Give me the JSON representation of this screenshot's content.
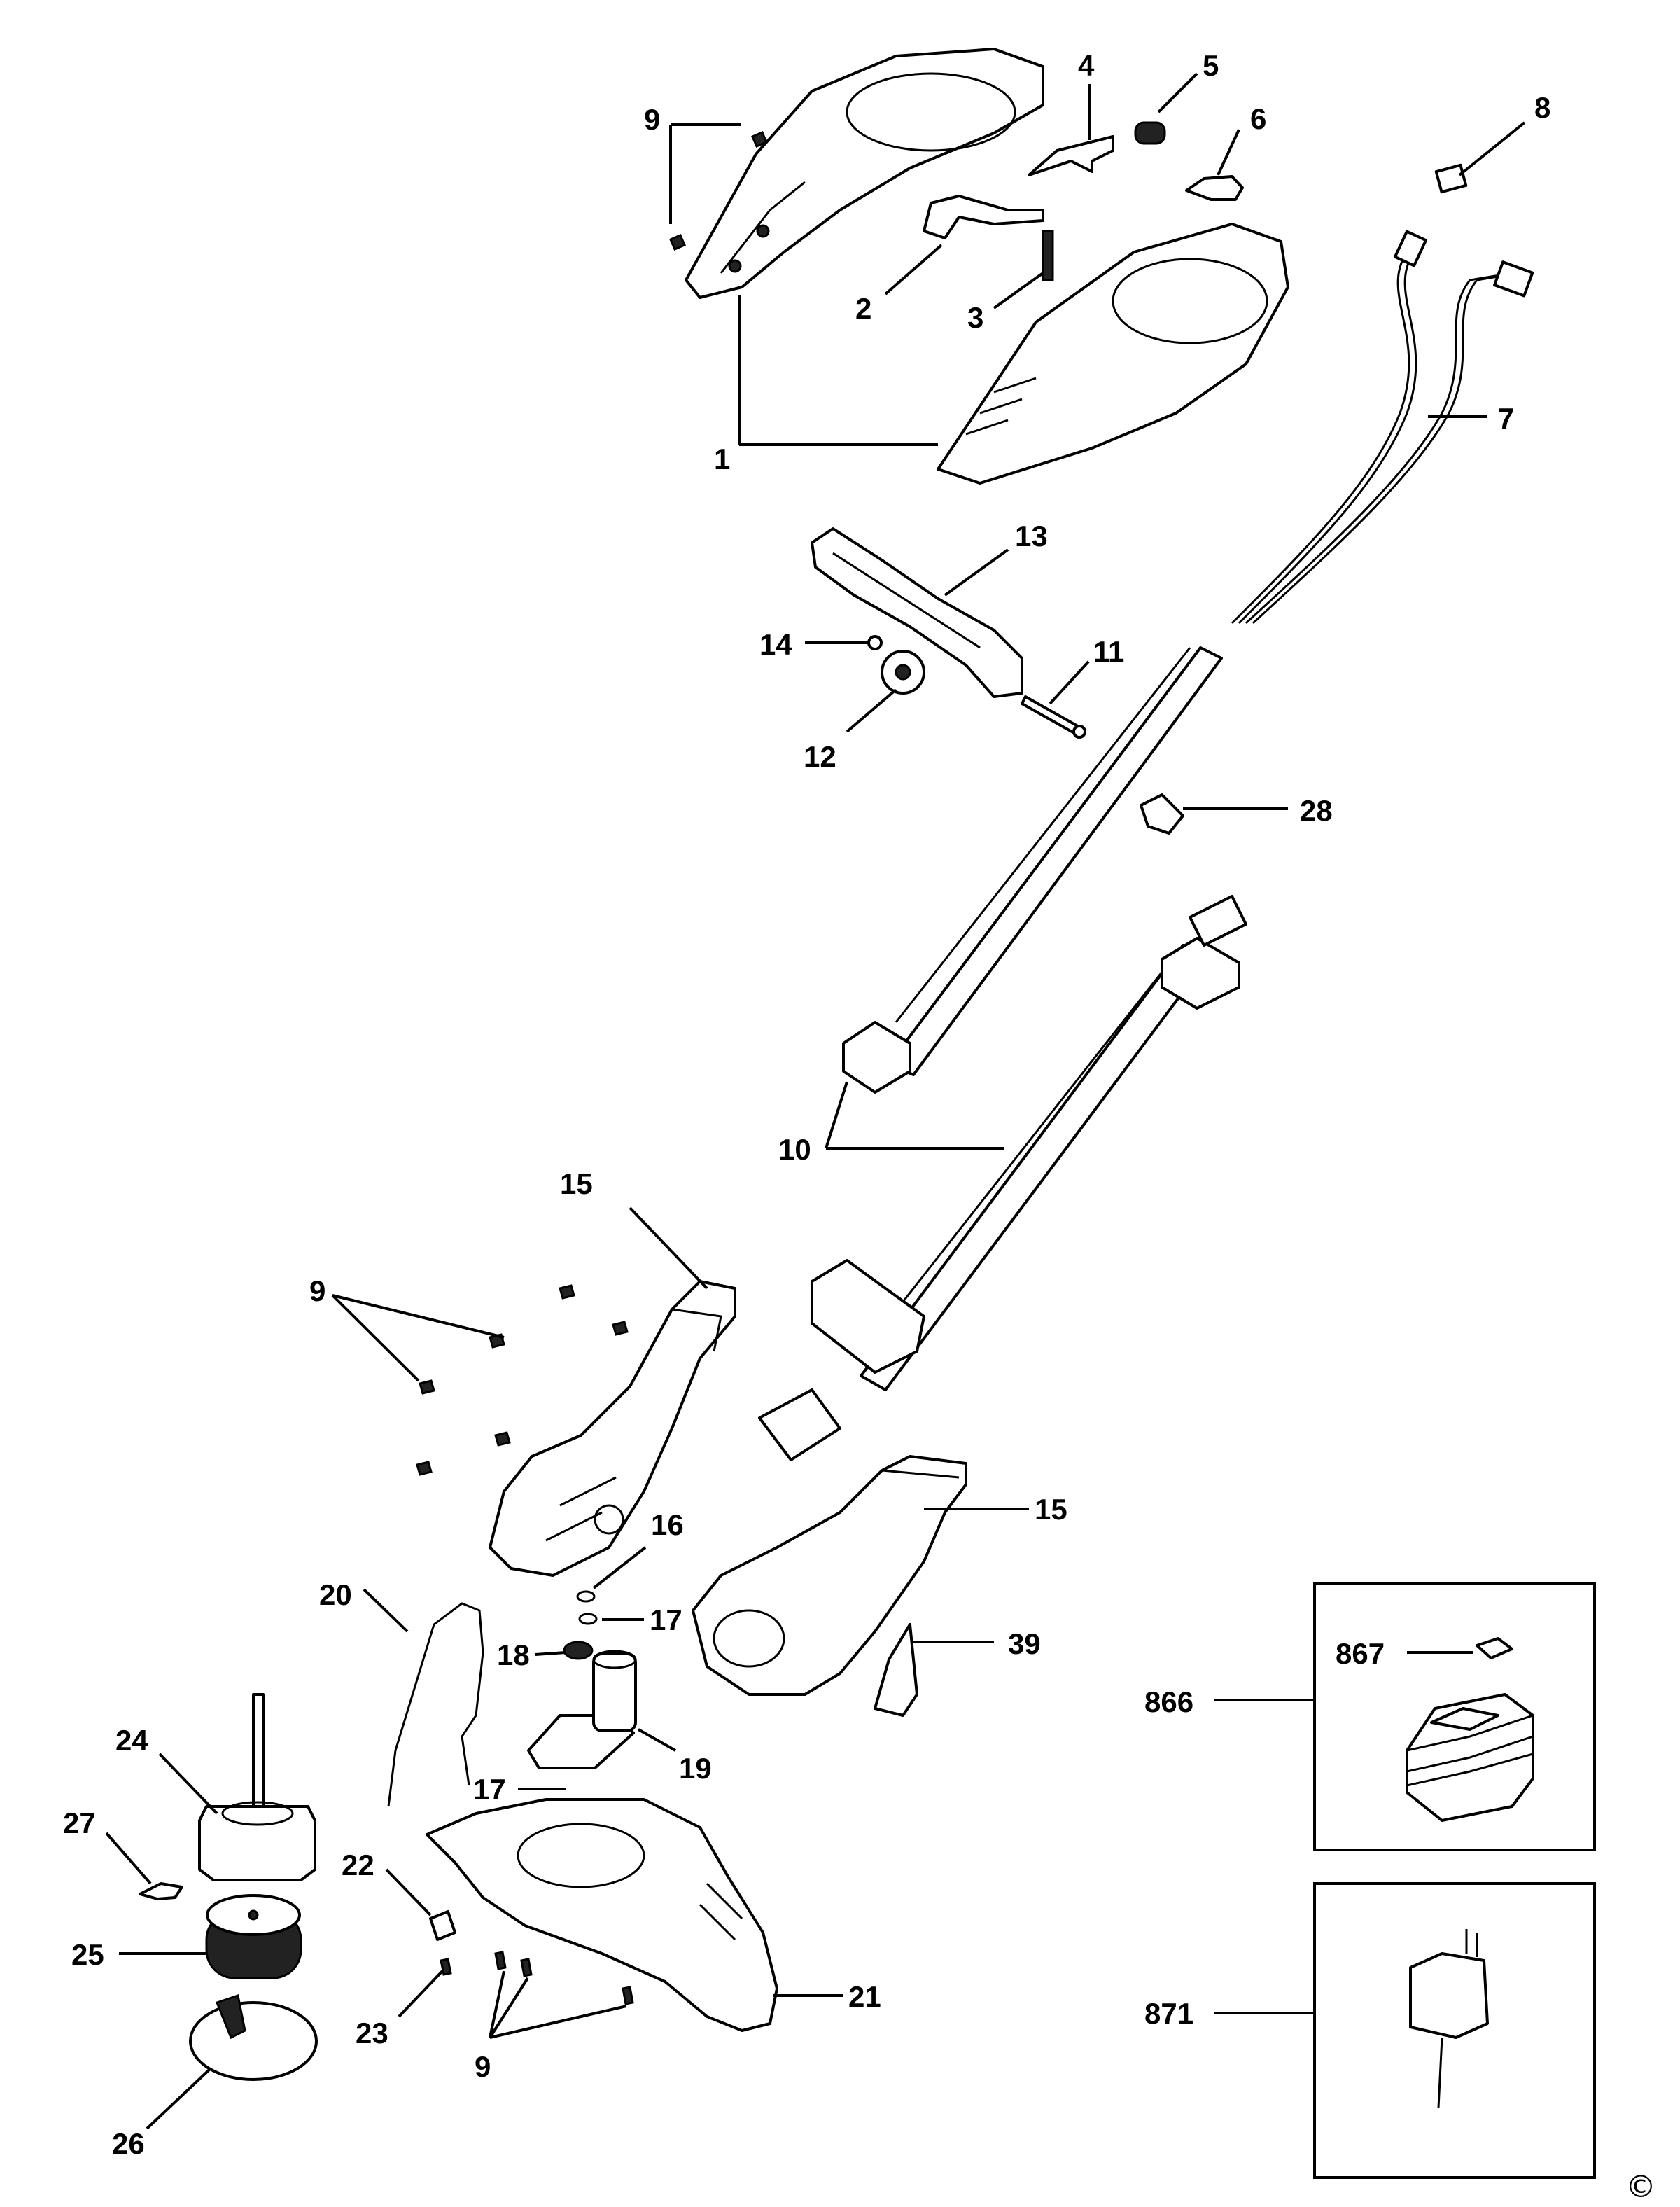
{
  "callouts": {
    "c1": "1",
    "c2": "2",
    "c3": "3",
    "c4": "4",
    "c5": "5",
    "c6": "6",
    "c7": "7",
    "c8": "8",
    "c9a": "9",
    "c9b": "9",
    "c9c": "9",
    "c10": "10",
    "c11": "11",
    "c12": "12",
    "c13": "13",
    "c14": "14",
    "c15a": "15",
    "c15b": "15",
    "c16": "16",
    "c17a": "17",
    "c17b": "17",
    "c18": "18",
    "c19": "19",
    "c20": "20",
    "c21": "21",
    "c22": "22",
    "c23": "23",
    "c24": "24",
    "c25": "25",
    "c26": "26",
    "c27": "27",
    "c28": "28",
    "c39": "39",
    "c866": "866",
    "c867": "867",
    "c871": "871"
  },
  "copyright_symbol": "©"
}
